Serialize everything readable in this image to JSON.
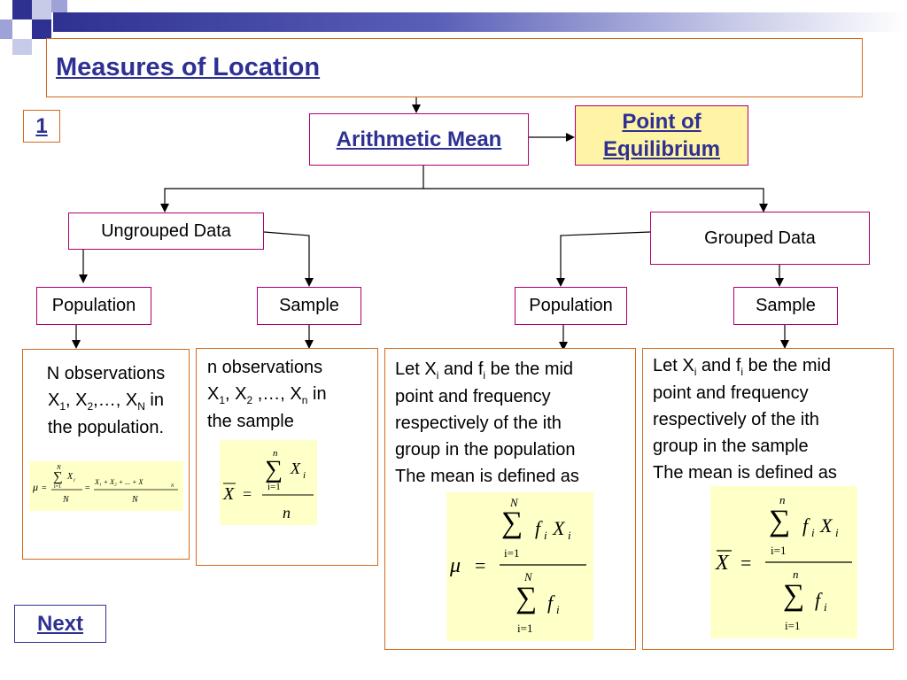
{
  "title": "Measures of Location",
  "slide_number": "1",
  "nodes": {
    "mean": "Arithmetic Mean",
    "equilibrium": "Point of Equilibrium",
    "ungrouped": "Ungrouped Data",
    "grouped": "Grouped Data",
    "pop1": "Population",
    "sample1": "Sample",
    "pop2": "Population",
    "sample2": "Sample"
  },
  "descriptions": {
    "pop_ungrouped": {
      "line1": "N observations",
      "x": "X",
      "i1": "1",
      "i2": "2",
      "iN": "N",
      "mid": ", X",
      "dots": ",…, X",
      "tail": " in",
      "line3": "the population."
    },
    "sample_ungrouped": {
      "line1": "n observations",
      "x": "X",
      "i1": "1",
      "i2": "2",
      "in": "n",
      "mid": ", X",
      "dots": " ,…, X",
      "tail": " in",
      "line3": "the sample"
    },
    "pop_grouped": {
      "let": "Let X",
      "i": "i",
      "and": " and f",
      "rest": " be the mid",
      "line2": "point and frequency",
      "line3": "respectively of the ith",
      "line4": "group in the population",
      "line5": "The mean is defined as"
    },
    "sample_grouped": {
      "let": "Let X",
      "i": "i",
      "and": " and f",
      "rest": " be the mid",
      "line2": "point and frequency",
      "line3": "respectively of the ith",
      "line4": "group in the sample",
      "line5": "The mean is defined as"
    }
  },
  "formulas": {
    "f1": {
      "lhs": "μ",
      "eq": "=",
      "sum_top": "N",
      "sum_bot": "i=1",
      "var": "X",
      "sub": "i",
      "den": "N",
      "eq2": "=",
      "num2": "X₁ + X₂ + ... + X",
      "num2_sub": "N",
      "den2": "N"
    },
    "f2": {
      "lhs": "X",
      "eq": "=",
      "sum_top": "n",
      "sum_bot": "i=1",
      "var": "X",
      "sub": "i",
      "den": "n"
    },
    "f3": {
      "lhs": "μ",
      "eq": "=",
      "sum_top": "N",
      "sum_bot": "i=1",
      "num": "f",
      "num_sub": "i",
      "var": "X",
      "sub": "i",
      "den_top": "N",
      "den_bot": "i=1",
      "den": "f",
      "den_sub": "i"
    },
    "f4": {
      "lhs": "X",
      "eq": "=",
      "sum_top": "n",
      "sum_bot": "i=1",
      "num": "f",
      "num_sub": "i",
      "var": "X",
      "sub": "i",
      "den_top": "n",
      "den_bot": "i=1",
      "den": "f",
      "den_sub": "i"
    }
  },
  "next_label": "Next",
  "colors": {
    "navy": "#2e3192",
    "orange_border": "#d2691e",
    "magenta_border": "#b0006e",
    "formula_bg": "#ffffc8",
    "equilibrium_bg": "#fff3a6"
  }
}
